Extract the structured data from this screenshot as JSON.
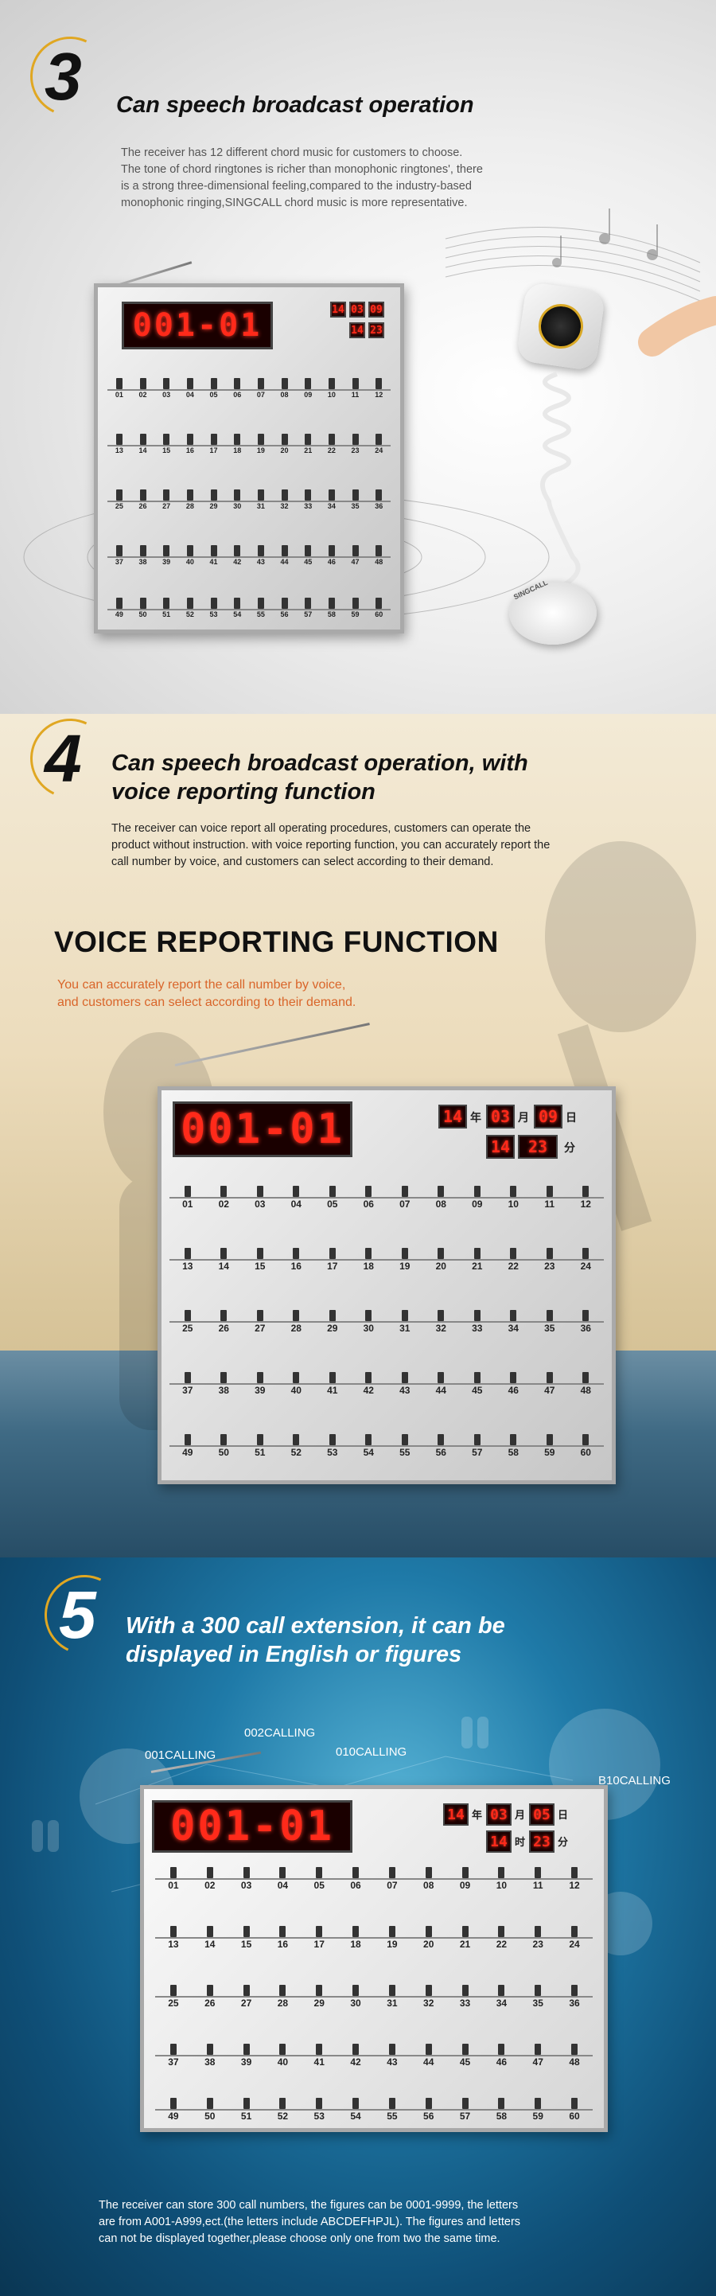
{
  "section3": {
    "number": "3",
    "heading": "Can speech broadcast operation",
    "paragraph_lines": [
      "The receiver has 12 different chord music for customers to choose.",
      "The tone of chord ringtones is richer than monophonic ringtones', there",
      "is a strong three-dimensional feeling,compared to the industry-based",
      "monophonic ringing,SINGCALL chord music is more representative."
    ],
    "device_brand": "SINGCALL"
  },
  "section4": {
    "number": "4",
    "heading_lines": [
      "Can speech broadcast operation, with",
      "voice reporting function"
    ],
    "paragraph_lines": [
      "The receiver can voice report all operating procedures, customers can operate the",
      "product without instruction. with voice reporting function, you can accurately report the",
      "call number by voice, and customers can select according to their demand."
    ],
    "big_title": "VOICE REPORTING FUNCTION",
    "sub_lines": [
      "You can accurately report the call number by voice,",
      "and customers can select according to their demand."
    ]
  },
  "section5": {
    "number": "5",
    "heading_lines": [
      "With a 300 call extension, it can be",
      "displayed in English or figures"
    ],
    "call_labels": [
      "001CALLING",
      "002CALLING",
      "010CALLING",
      "B10CALLING"
    ],
    "paragraph_lines": [
      "The receiver can store 300 call numbers, the figures can be 0001-9999, the letters",
      "are from A001-A999,ect.(the letters include ABCDEFHPJL). The figures and letters",
      "can not be displayed together,please choose only one from two the same time."
    ]
  },
  "panel": {
    "main_display": "001-01",
    "date": {
      "year": "14",
      "month": "03",
      "day": "09"
    },
    "date_s5": {
      "year": "14",
      "month": "03",
      "day": "05"
    },
    "time": {
      "hour": "14",
      "minute": "23"
    },
    "units": {
      "year": "年",
      "month": "月",
      "day": "日",
      "hour": "时",
      "minute": "分"
    },
    "rows": [
      [
        "01",
        "02",
        "03",
        "04",
        "05",
        "06",
        "07",
        "08",
        "09",
        "10",
        "11",
        "12"
      ],
      [
        "13",
        "14",
        "15",
        "16",
        "17",
        "18",
        "19",
        "20",
        "21",
        "22",
        "23",
        "24"
      ],
      [
        "25",
        "26",
        "27",
        "28",
        "29",
        "30",
        "31",
        "32",
        "33",
        "34",
        "35",
        "36"
      ],
      [
        "37",
        "38",
        "39",
        "40",
        "41",
        "42",
        "43",
        "44",
        "45",
        "46",
        "47",
        "48"
      ],
      [
        "49",
        "50",
        "51",
        "52",
        "53",
        "54",
        "55",
        "56",
        "57",
        "58",
        "59",
        "60"
      ]
    ]
  }
}
